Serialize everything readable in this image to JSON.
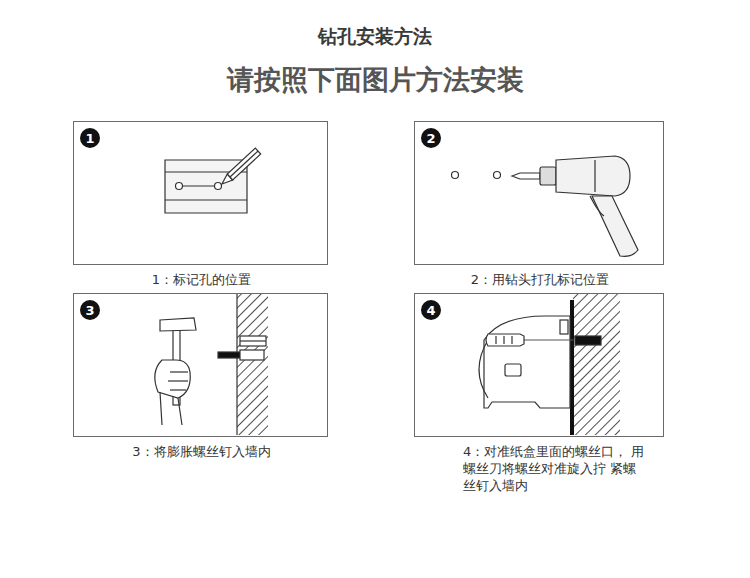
{
  "diagram": {
    "title": "钻孔安装方法",
    "nodes": [
      {
        "text": [
          "1：标记孔的位置"
        ]
      },
      {
        "text": [
          "1"
        ],
        "in": 0
      },
      {
        "text": [
          "2：用钻头打孔标记位置"
        ]
      },
      {
        "text": [
          "2"
        ],
        "in": 2
      },
      {
        "text": [
          "3：将膨胀螺丝钉入墙内"
        ]
      },
      {
        "text": [
          "3"
        ],
        "in": 4
      },
      {
        "text": [
          "4：对准纸盒里面的螺丝口， 用螺丝刀将螺丝对准旋入拧 紧螺丝钉入墙内"
        ]
      },
      {
        "text": [
          "4"
        ],
        "in": 6
      }
    ],
    "labels": [
      "请按照下面图片方法安装"
    ]
  }
}
